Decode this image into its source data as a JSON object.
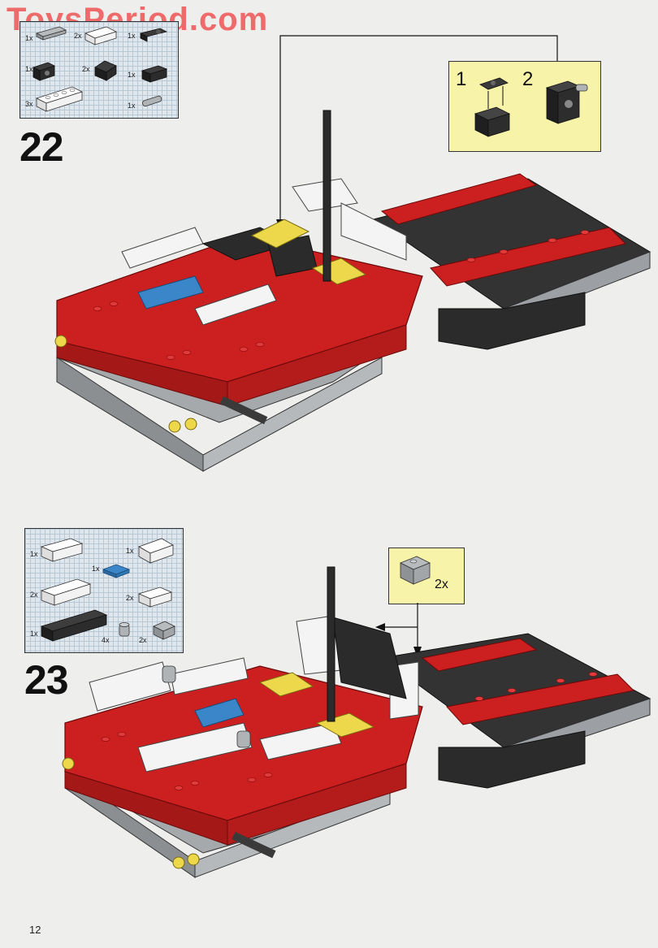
{
  "watermark": "ToysPeriod.com",
  "page_number": "12",
  "steps": [
    {
      "number": "22",
      "parts": [
        {
          "qty": "1x"
        },
        {
          "qty": "2x"
        },
        {
          "qty": "1x"
        },
        {
          "qty": "1x"
        },
        {
          "qty": "2x"
        },
        {
          "qty": "1x"
        },
        {
          "qty": "3x"
        },
        {
          "qty": "1x"
        }
      ],
      "callout": {
        "labels": [
          "1",
          "2"
        ]
      }
    },
    {
      "number": "23",
      "parts": [
        {
          "qty": "1x"
        },
        {
          "qty": "1x"
        },
        {
          "qty": "1x"
        },
        {
          "qty": "2x"
        },
        {
          "qty": "2x"
        },
        {
          "qty": "1x"
        },
        {
          "qty": "4x"
        },
        {
          "qty": "2x"
        }
      ],
      "callout": {
        "labels": [
          "2x"
        ]
      }
    }
  ],
  "colors": {
    "brick_red": "#cc1f1f",
    "brick_black": "#2b2b2b",
    "brick_grey": "#9c9fa3",
    "brick_white": "#f4f4f4",
    "brick_yellow": "#ecd84a",
    "brick_blue": "#3a86c8",
    "callout_bg": "#f7f3a8",
    "parts_bg": "#dfe6ec"
  }
}
